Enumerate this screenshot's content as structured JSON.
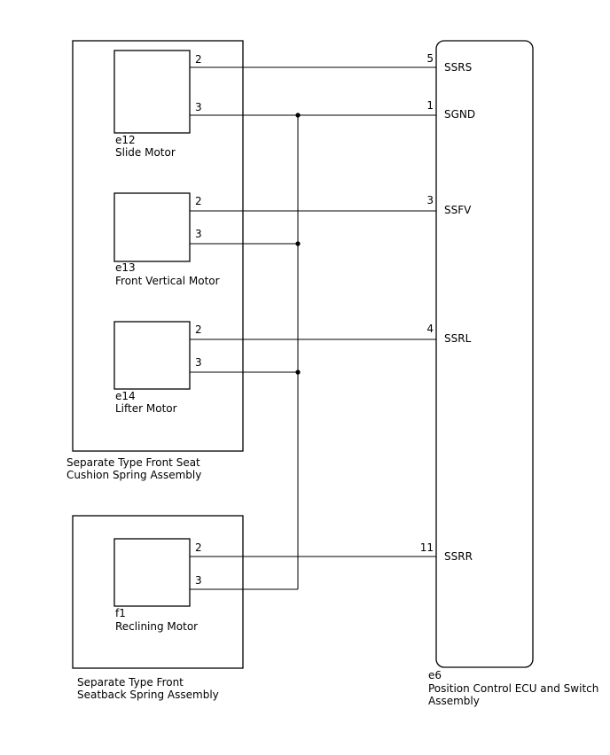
{
  "assemblies": {
    "cushion": {
      "line1": "Separate Type Front Seat",
      "line2": "Cushion Spring Assembly"
    },
    "seatback": {
      "line1": "Separate Type Front",
      "line2": "Seatback Spring Assembly"
    }
  },
  "motors": [
    {
      "code": "e12",
      "name": "Slide Motor",
      "pin_a": "2",
      "pin_b": "3"
    },
    {
      "code": "e13",
      "name": "Front Vertical Motor",
      "pin_a": "2",
      "pin_b": "3"
    },
    {
      "code": "e14",
      "name": "Lifter Motor",
      "pin_a": "2",
      "pin_b": "3"
    },
    {
      "code": "f1",
      "name": "Reclining Motor",
      "pin_a": "2",
      "pin_b": "3"
    }
  ],
  "ecu": {
    "code": "e6",
    "line1": "Position Control ECU and Switch",
    "line2": "Assembly",
    "pins": [
      {
        "num": "5",
        "signal": "SSRS"
      },
      {
        "num": "1",
        "signal": "SGND"
      },
      {
        "num": "3",
        "signal": "SSFV"
      },
      {
        "num": "4",
        "signal": "SSRL"
      },
      {
        "num": "11",
        "signal": "SSRR"
      }
    ]
  }
}
